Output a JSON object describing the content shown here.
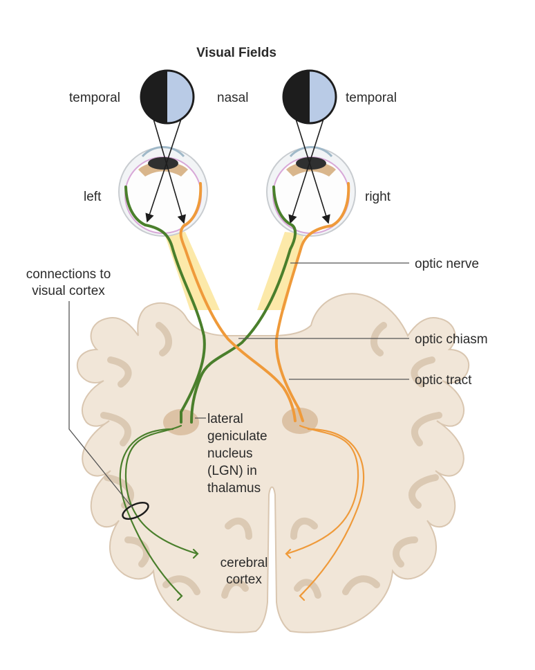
{
  "title": "Visual Fields",
  "labels": {
    "temporal_left": "temporal",
    "nasal": "nasal",
    "temporal_right": "temporal",
    "left_eye": "left",
    "right_eye": "right",
    "connections_line1": "connections to",
    "connections_line2": "visual cortex",
    "optic_nerve": "optic nerve",
    "optic_chiasm": "optic chiasm",
    "optic_tract": "optic tract",
    "lgn_line1": "lateral",
    "lgn_line2": "geniculate",
    "lgn_line3": "nucleus",
    "lgn_line4": "(LGN) in",
    "lgn_line5": "thalamus",
    "cortex_line1": "cerebral",
    "cortex_line2": "cortex"
  },
  "colors": {
    "left_pathway": "#4a7f2c",
    "right_pathway": "#ef9a3a",
    "brain_fill": "#f1e6d8",
    "brain_outline": "#d9c6b0",
    "nasal_half": "#b9cbe6",
    "temporal_half": "#1d1d1d",
    "lgn_fill": "#dcc2a5"
  }
}
